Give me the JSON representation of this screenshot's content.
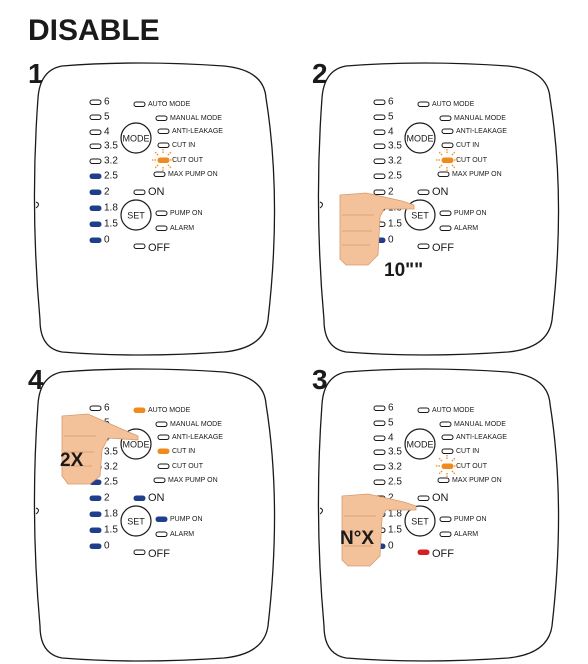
{
  "title": "DISABLE",
  "pressure_levels": [
    "6",
    "5",
    "4",
    "3.5",
    "3.2",
    "2.5",
    "2",
    "1.8",
    "1.5",
    "0"
  ],
  "mode_labels": [
    "AUTO MODE",
    "MANUAL MODE",
    "ANTI-LEAKAGE",
    "CUT IN",
    "CUT OUT",
    "MAX PUMP ON"
  ],
  "buttons": {
    "mode": "MODE",
    "set": "SET"
  },
  "status_labels": {
    "on": "ON",
    "pump_on": "PUMP ON",
    "alarm": "ALARM",
    "off": "OFF"
  },
  "colors": {
    "blue": "#1f3e8c",
    "orange": "#f08a1c",
    "red": "#d62020",
    "outline": "#1a1a1a"
  },
  "panels": [
    {
      "id": "p1",
      "step": "1",
      "hand": "none",
      "hand_text": "",
      "blue_levels": 5,
      "mode_lit": [
        null,
        null,
        null,
        null,
        "orange",
        null
      ],
      "mode_glow": 4,
      "on_lit": null,
      "pump_lit": null,
      "off_lit": null
    },
    {
      "id": "p2",
      "step": "2",
      "hand": "set",
      "hand_text": "10\"\"",
      "blue_levels": 1,
      "mode_lit": [
        null,
        null,
        null,
        null,
        "orange",
        null
      ],
      "mode_glow": 4,
      "on_lit": null,
      "pump_lit": null,
      "off_lit": null
    },
    {
      "id": "p4",
      "step": "4",
      "hand": "mode",
      "hand_text": "2X",
      "blue_levels": 5,
      "mode_lit": [
        "orange",
        null,
        null,
        "orange",
        null,
        null
      ],
      "mode_glow": null,
      "on_lit": "blue",
      "pump_lit": "blue",
      "off_lit": null
    },
    {
      "id": "p3",
      "step": "3",
      "hand": "set",
      "hand_text": "N°X",
      "blue_levels": 1,
      "mode_lit": [
        null,
        null,
        null,
        null,
        "orange",
        null
      ],
      "mode_glow": 4,
      "on_lit": null,
      "pump_lit": null,
      "off_lit": "red"
    }
  ]
}
